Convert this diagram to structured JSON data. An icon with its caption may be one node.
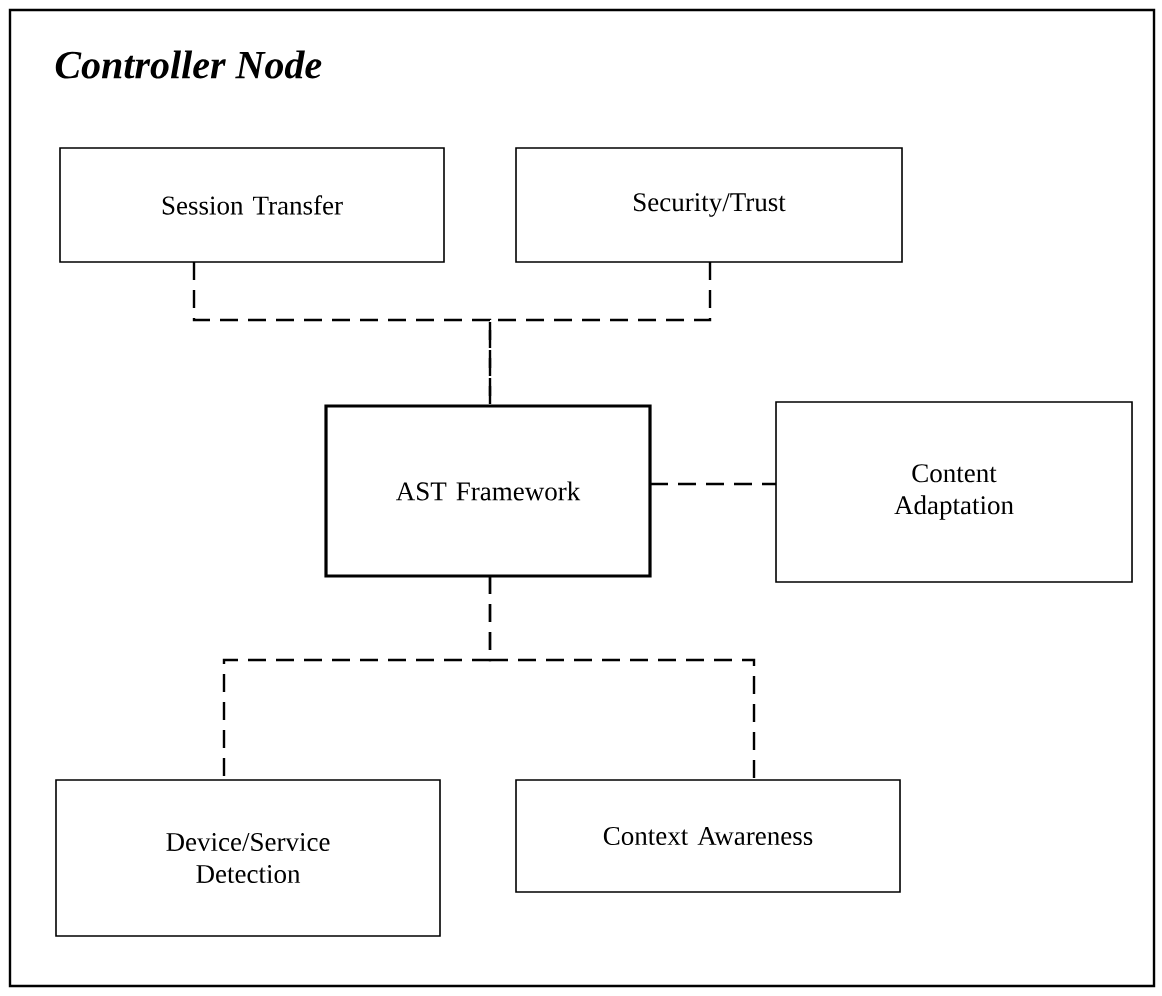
{
  "diagram": {
    "nodes": [
      {
        "text": [
          "Controller Node"
        ]
      },
      {
        "text": [
          "Session Transfer"
        ],
        "in": 0
      },
      {
        "text": [
          "Security/Trust"
        ],
        "in": 0
      },
      {
        "text": [
          "AST Framework"
        ],
        "in": 0
      },
      {
        "text": [
          "Content Adaptation"
        ],
        "in": 0
      },
      {
        "text": [
          "Device/Service Detection"
        ],
        "in": 0
      },
      {
        "text": [
          "Context Awareness"
        ],
        "in": 0
      }
    ],
    "edges": [
      {
        "from": 1,
        "to": 3,
        "arrow": "none",
        "style": "dashed"
      },
      {
        "from": 2,
        "to": 3,
        "arrow": "none",
        "style": "dashed"
      },
      {
        "from": 3,
        "to": 4,
        "arrow": "none",
        "style": "dashed"
      },
      {
        "from": 3,
        "to": 5,
        "arrow": "none",
        "style": "dashed"
      },
      {
        "from": 3,
        "to": 6,
        "arrow": "none",
        "style": "dashed"
      }
    ]
  }
}
